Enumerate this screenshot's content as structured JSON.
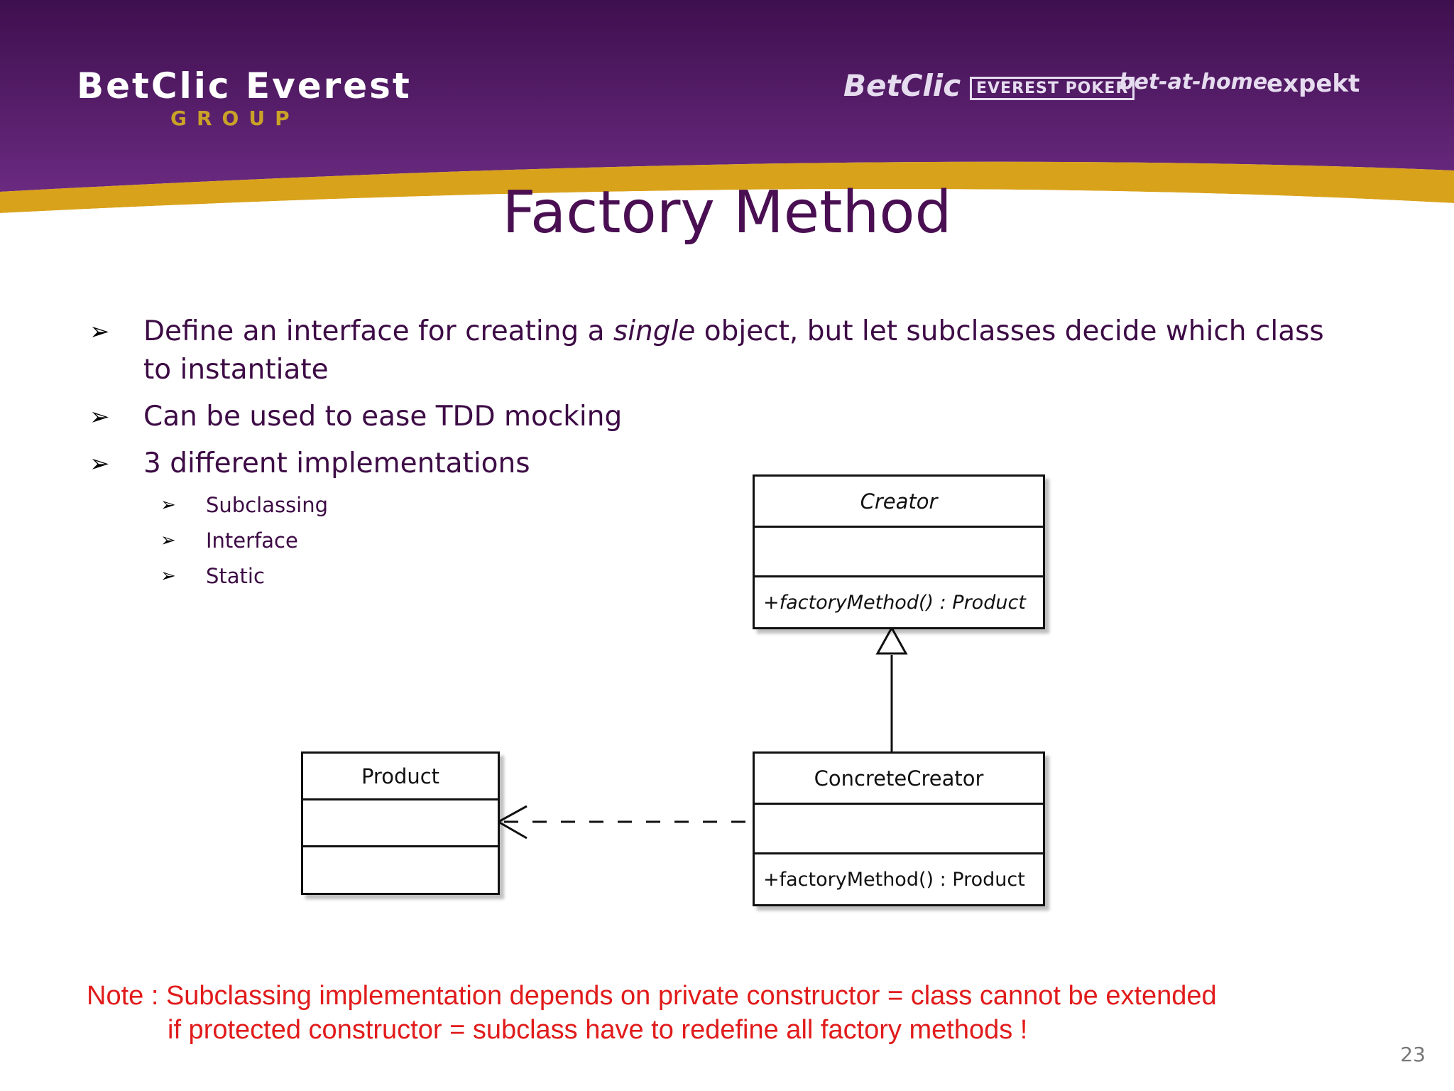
{
  "header": {
    "brand": "BetClic Everest",
    "brand_sub": "GROUP",
    "partners": [
      "BetClic",
      "EVEREST POKER",
      "bet-at-home",
      "expekt"
    ],
    "colors": {
      "banner": "#5a1f6e",
      "accent": "#d9a21b"
    }
  },
  "title": "Factory Method",
  "bullets": [
    {
      "before": "Define an interface for creating a ",
      "emphasis": "single",
      "after": " object, but let subclasses decide which class to instantiate"
    },
    {
      "text": "Can be used to ease TDD mocking"
    },
    {
      "text": "3 different implementations"
    }
  ],
  "subbullets": [
    "Subclassing",
    "Interface",
    "Static"
  ],
  "diagram": {
    "creator": {
      "name": "Creator",
      "method": "+factoryMethod() : Product"
    },
    "concrete_creator": {
      "name": "ConcreteCreator",
      "method": "+factoryMethod() : Product"
    },
    "product": {
      "name": "Product"
    }
  },
  "note": {
    "line1": "Note : Subclassing implementation depends on private constructor = class cannot be extended",
    "line2": "if protected constructor = subclass have to redefine all factory methods !"
  },
  "page_number": "23"
}
